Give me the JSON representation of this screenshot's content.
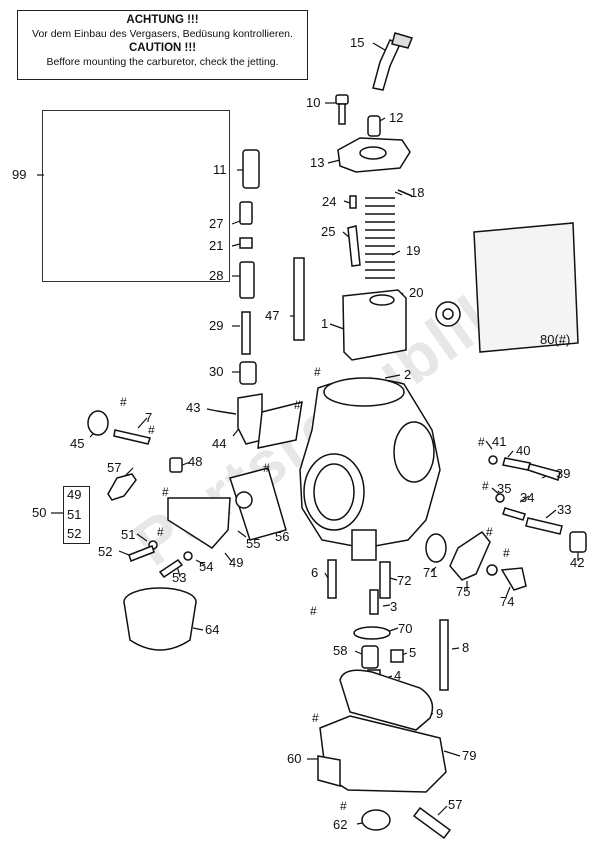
{
  "warning": {
    "line1": "ACHTUNG !!!",
    "line2": "Vor dem Einbau des Vergasers, Bedüsung kontrollieren.",
    "line3": "CAUTION !!!",
    "line4": "Beffore mounting the carburetor, check the jetting."
  },
  "watermark": "Partsrepublik",
  "hash_symbol": "#",
  "labels": {
    "l15": "15",
    "l10": "10",
    "l12": "12",
    "l13": "13",
    "l99": "99",
    "l11": "11",
    "l18": "18",
    "l24": "24",
    "l27": "27",
    "l21": "21",
    "l25": "25",
    "l19": "19",
    "l28": "28",
    "l20": "20",
    "l47": "47",
    "l1": "1",
    "l29": "29",
    "l80": "80(#)",
    "l30": "30",
    "l2": "2",
    "l43": "43",
    "l7": "7",
    "l45": "45",
    "l44": "44",
    "l41": "41",
    "l40": "40",
    "l57a": "57",
    "l48": "48",
    "l39": "39",
    "l35": "35",
    "l34": "34",
    "l50": "50",
    "l49b": "49",
    "l51b": "51",
    "l52b": "52",
    "l33": "33",
    "l51": "51",
    "l55": "55",
    "l56": "56",
    "l52": "52",
    "l49": "49",
    "l54": "54",
    "l53": "53",
    "l6": "6",
    "l72": "72",
    "l71": "71",
    "l75": "75",
    "l42": "42",
    "l74": "74",
    "l3": "3",
    "l70": "70",
    "l64": "64",
    "l58": "58",
    "l5": "5",
    "l8": "8",
    "l4": "4",
    "l9": "9",
    "l60": "60",
    "l79": "79",
    "l57b": "57",
    "l62": "62"
  }
}
